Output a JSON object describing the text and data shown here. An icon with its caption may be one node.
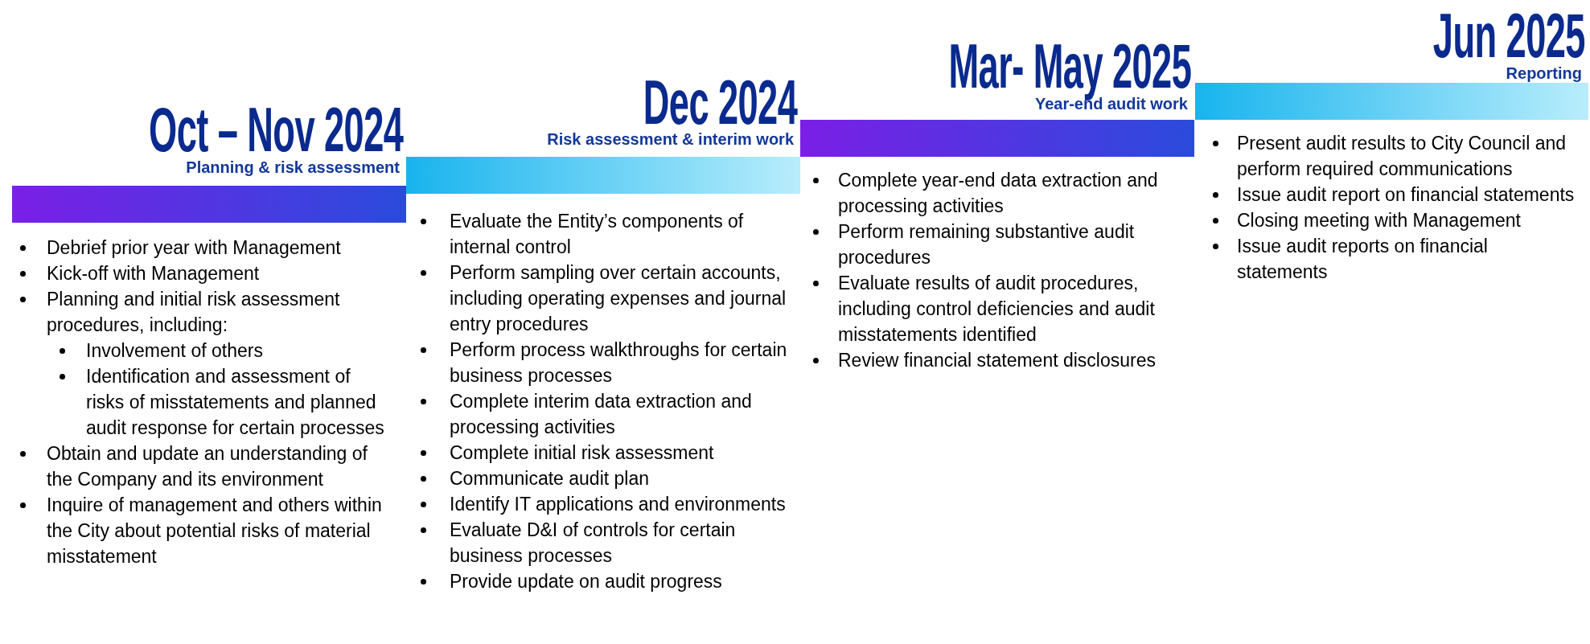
{
  "diagram": {
    "nodes": [
      {
        "text": [
          "Oct – Nov 2024",
          "Planning & risk assessment"
        ],
        "beside": [
          "Debrief prior year with Management",
          "Kick-off with Management",
          "Planning and initial risk assessment procedures, including:",
          "Involvement of others",
          "Identification and assessment of risks of misstatements and planned audit response for certain processes",
          "Obtain and update an understanding of the Company and its environment",
          "Inquire of management and others within the City about potential risks of material misstatement"
        ]
      },
      {
        "text": [
          "Dec 2024",
          "Risk assessment & interim work"
        ],
        "beside": [
          "Evaluate the Entity’s components of internal control",
          "Perform sampling over certain accounts, including operating expenses and journal entry procedures",
          "Perform process walkthroughs for certain business processes",
          "Complete interim data extraction and processing activities",
          "Complete initial risk assessment",
          "Communicate audit plan",
          "Identify IT applications and environments",
          "Evaluate D&I of controls for certain business processes",
          "Provide update on audit progress"
        ]
      },
      {
        "text": [
          "Mar- May 2025",
          "Year-end audit work"
        ],
        "beside": [
          "Complete year-end data extraction and processing activities",
          "Perform remaining substantive audit procedures",
          "Evaluate results of audit procedures, including control deficiencies and audit misstatements identified",
          "Review financial statement disclosures"
        ]
      },
      {
        "text": [
          "Jun 2025",
          "Reporting"
        ],
        "beside": [
          "Present audit results to City Council and perform required communications",
          "Issue audit report on financial statements",
          "Closing meeting with Management",
          "Issue audit reports on financial statements"
        ]
      }
    ],
    "edges": []
  }
}
